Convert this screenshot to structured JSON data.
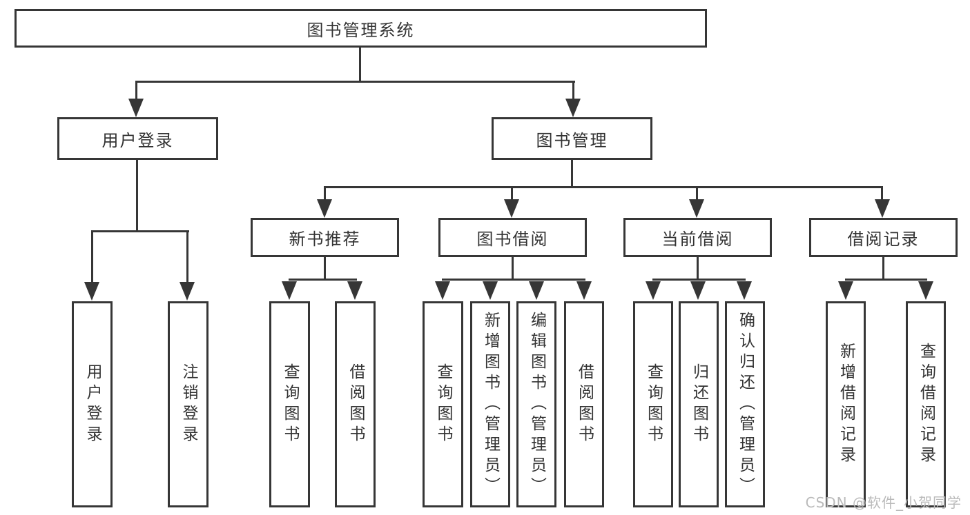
{
  "diagram": {
    "root": {
      "label": "图书管理系统"
    },
    "level2": {
      "user_login": {
        "label": "用户登录"
      },
      "book_mgmt": {
        "label": "图书管理"
      }
    },
    "level3": {
      "new_book_rec": {
        "label": "新书推荐"
      },
      "book_borrow": {
        "label": "图书借阅"
      },
      "current_borrow": {
        "label": "当前借阅"
      },
      "borrow_records": {
        "label": "借阅记录"
      }
    },
    "leaves": {
      "user_login": {
        "label": "用户登录"
      },
      "logout": {
        "label": "注销登录"
      },
      "rec_query_books": {
        "label": "查询图书"
      },
      "rec_borrow_books": {
        "label": "借阅图书"
      },
      "bb_query_books": {
        "label": "查询图书"
      },
      "bb_add_books": {
        "label": "新增图书（管理员）"
      },
      "bb_edit_books": {
        "label": "编辑图书（管理员）"
      },
      "bb_borrow_books": {
        "label": "借阅图书"
      },
      "cb_query_books": {
        "label": "查询图书"
      },
      "cb_return_books": {
        "label": "归还图书"
      },
      "cb_confirm_return": {
        "label": "确认归还（管理员）"
      },
      "br_add_record": {
        "label": "新增借阅记录"
      },
      "br_query_record": {
        "label": "查询借阅记录"
      }
    },
    "watermark": "CSDN @软件_小贺同学",
    "colors": {
      "line": "#363636",
      "text": "#333333",
      "watermark": "#bababa",
      "box_fill": "#ffffff",
      "background": "#ffffff"
    }
  }
}
